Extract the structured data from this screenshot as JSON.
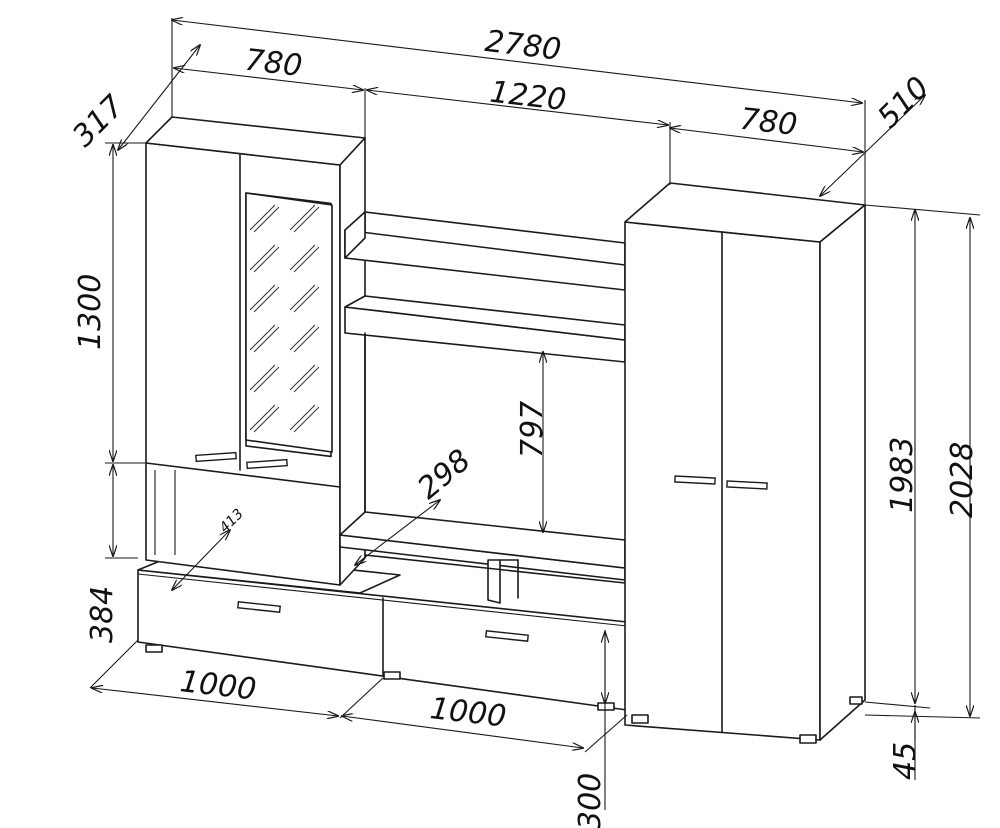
{
  "dimensions": {
    "total_width": "2780",
    "left_width": "780",
    "middle_width": "1220",
    "right_width": "780",
    "left_depth": "317",
    "right_depth": "510",
    "upper_height": "1300",
    "lower_height": "384",
    "shelf_opening": "797",
    "tv_shelf_depth": "298",
    "niche_depth": "413",
    "drawer_left": "1000",
    "drawer_right": "1000",
    "base_height": "300",
    "wardrobe_body": "1983",
    "wardrobe_total": "2028",
    "leg_height": "45"
  }
}
